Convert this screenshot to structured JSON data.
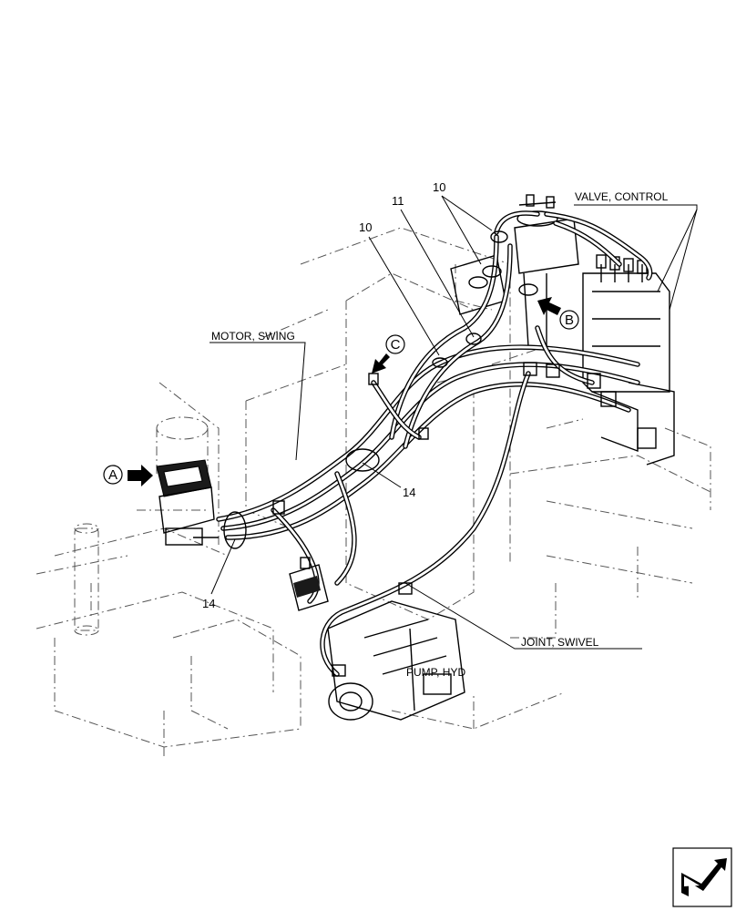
{
  "labels": {
    "valve_control": "VALVE, CONTROL",
    "motor_swing": "MOTOR, SWING",
    "joint_swivel": "JOINT, SWIVEL",
    "pump_hyd": "PUMP, HYD"
  },
  "part_numbers": {
    "p10_top": "10",
    "p11": "11",
    "p10_mid": "10",
    "p14_right": "14",
    "p14_left": "14"
  },
  "views": {
    "a": "A",
    "b": "B",
    "c": "C"
  },
  "icons": {
    "nav": "navigation-arrow-icon",
    "view_arrow": "view-direction-arrow-icon"
  }
}
